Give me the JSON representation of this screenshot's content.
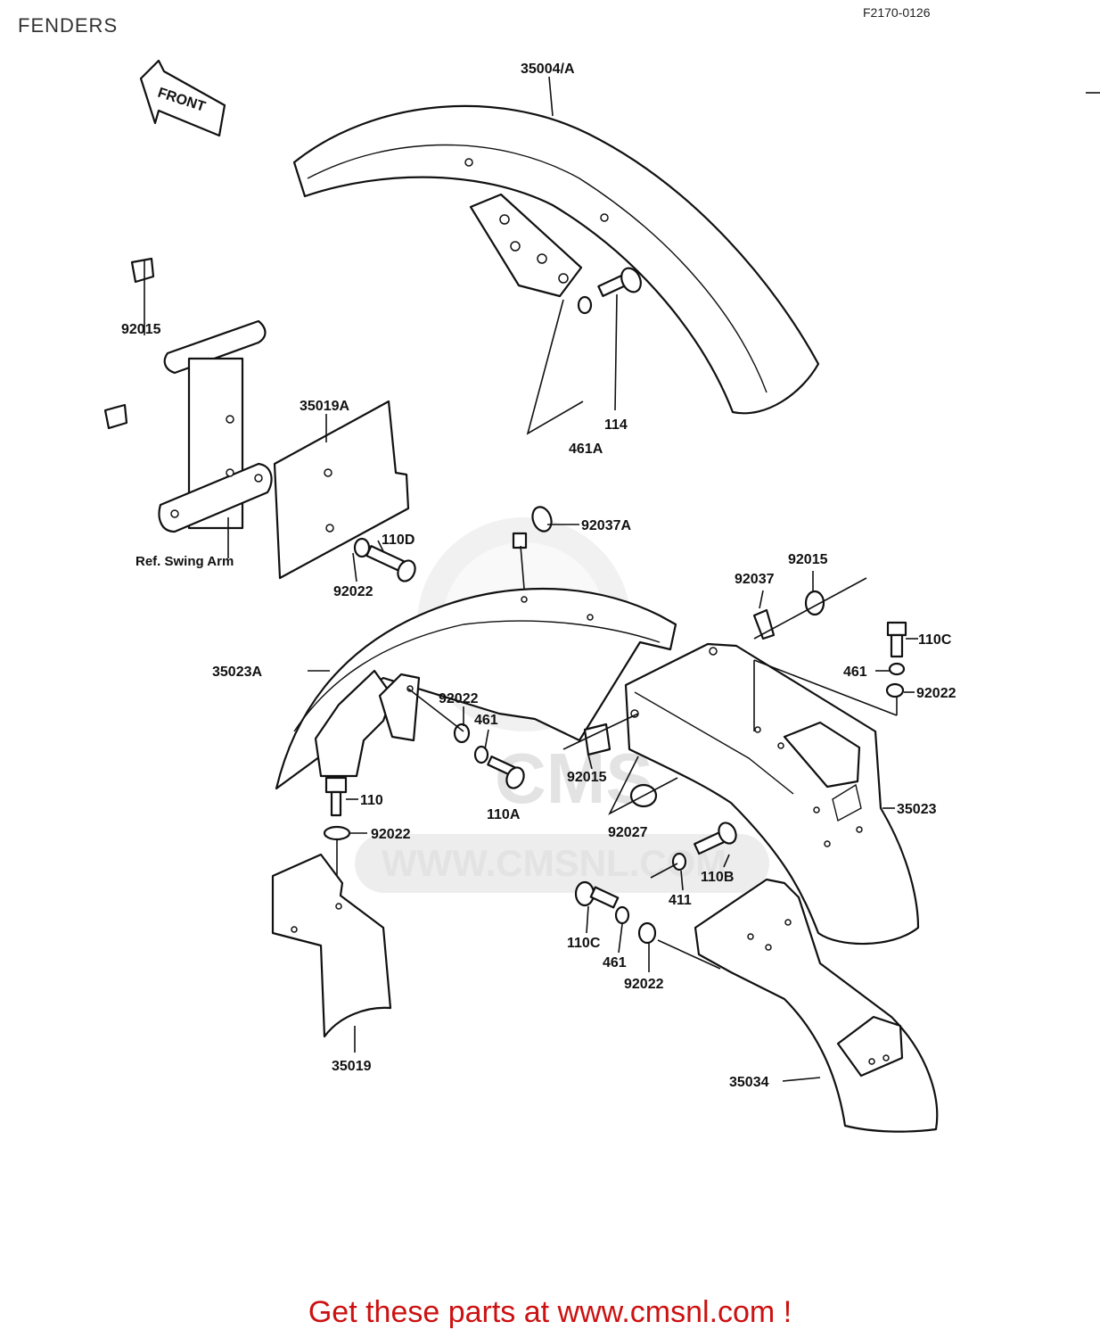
{
  "header": {
    "title": "FENDERS",
    "diagram_code": "F2170-0126"
  },
  "orientation": {
    "front_label": "FRONT"
  },
  "watermark": {
    "logo_text": "CMS",
    "url_text": "WWW.CMSNL.COM"
  },
  "parts": {
    "front_fender": "35004/A",
    "bolt_114": "114",
    "washer_461a": "461A",
    "grommet_92015_top": "92015",
    "license_plate": "35019A",
    "bolt_110d": "110D",
    "washer_92022_plate": "92022",
    "ref_swing_arm": "Ref.  Swing Arm",
    "clip_92037a": "92037A",
    "rear_fender_a": "35023A",
    "washer_92022_mid": "92022",
    "washer_461_mid": "461",
    "bolt_110a": "110A",
    "bolt_110": "110",
    "washer_92022_low": "92022",
    "flap_35019": "35019",
    "clip_92037": "92037",
    "grommet_92015_right": "92015",
    "bolt_110c_right": "110C",
    "washer_461_right": "461",
    "washer_92022_right": "92022",
    "grommet_92015_mid": "92015",
    "rear_fender": "35023",
    "collar_92027": "92027",
    "bolt_110b": "110B",
    "washer_411": "411",
    "bolt_110c_low": "110C",
    "washer_461_low": "461",
    "washer_92022_bottom": "92022",
    "rear_fender_flap": "35034"
  },
  "footer": {
    "text": "Get these parts at www.cmsnl.com !"
  }
}
